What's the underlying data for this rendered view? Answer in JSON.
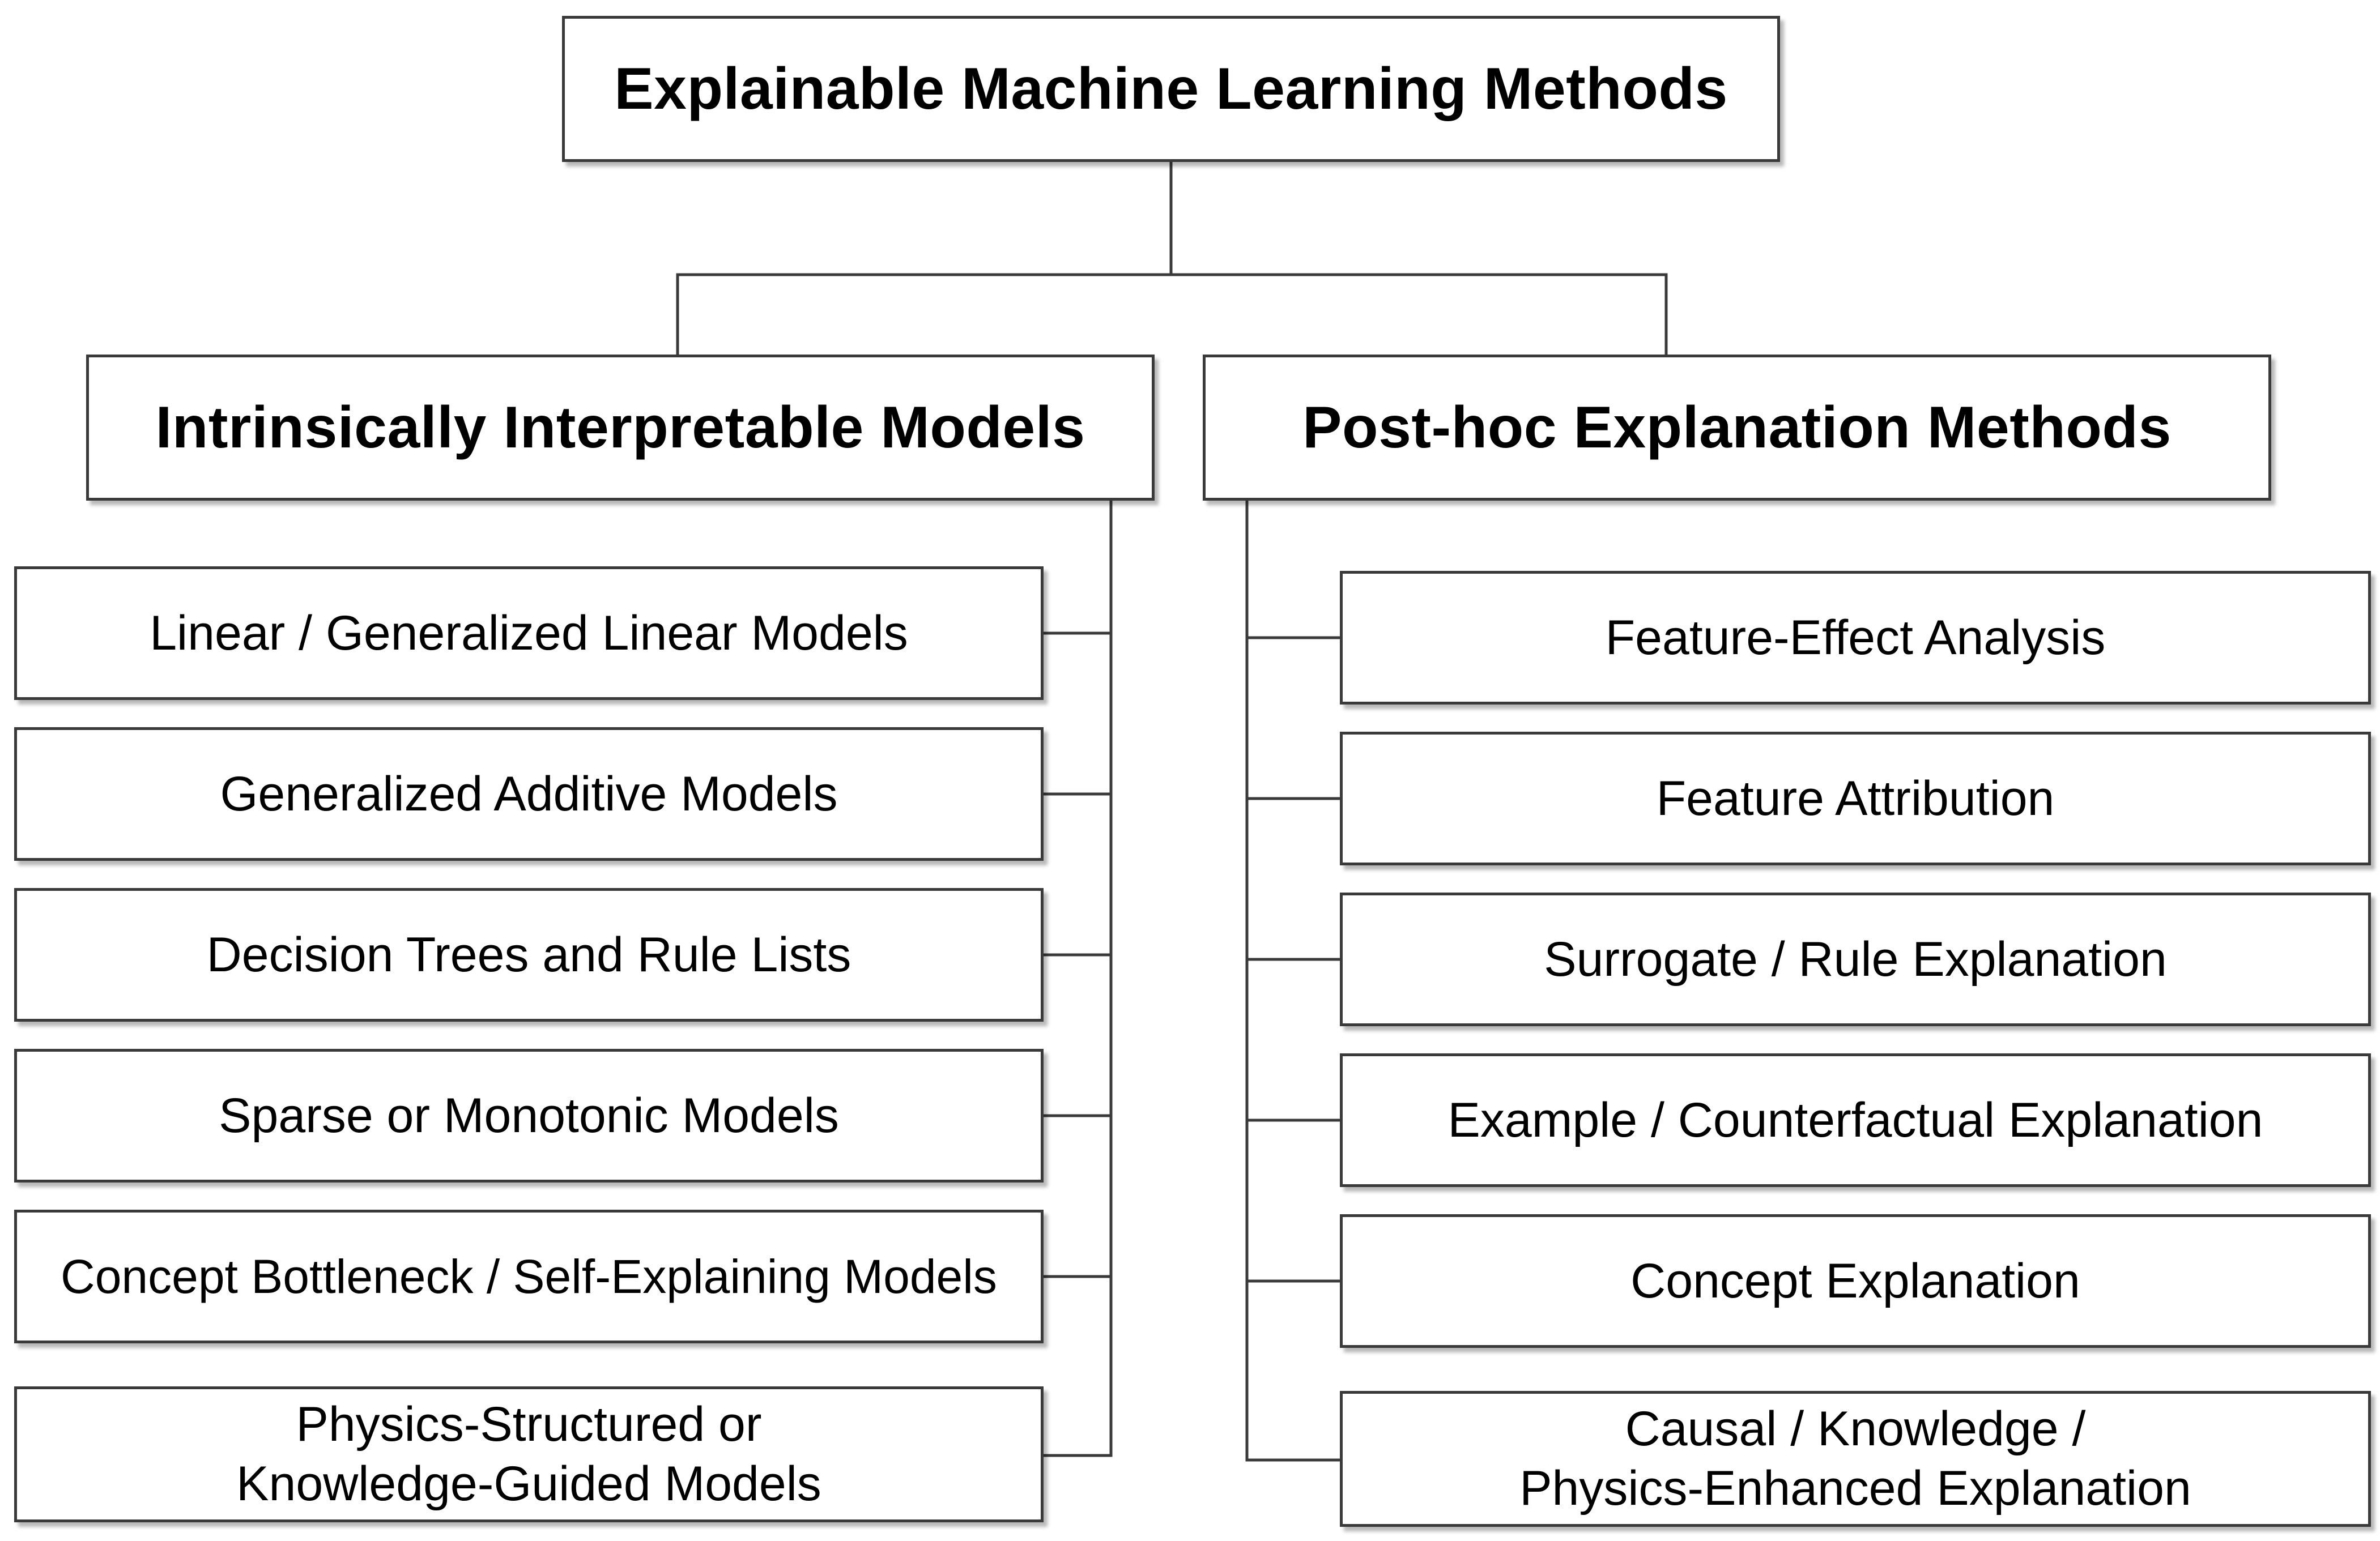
{
  "root": {
    "title": "Explainable Machine Learning Methods"
  },
  "categories": [
    {
      "title": "Intrinsically Interpretable Models",
      "items": [
        {
          "lines": [
            "Linear / Generalized Linear Models"
          ]
        },
        {
          "lines": [
            "Generalized Additive Models"
          ]
        },
        {
          "lines": [
            "Decision Trees and Rule Lists"
          ]
        },
        {
          "lines": [
            "Sparse or Monotonic Models"
          ]
        },
        {
          "lines": [
            "Concept Bottleneck / Self-Explaining Models"
          ]
        },
        {
          "lines": [
            "Physics-Structured or",
            "Knowledge-Guided Models"
          ]
        }
      ]
    },
    {
      "title": "Post-hoc Explanation Methods",
      "items": [
        {
          "lines": [
            "Feature-Effect Analysis"
          ]
        },
        {
          "lines": [
            "Feature Attribution"
          ]
        },
        {
          "lines": [
            "Surrogate / Rule Explanation"
          ]
        },
        {
          "lines": [
            "Example / Counterfactual Explanation"
          ]
        },
        {
          "lines": [
            "Concept Explanation"
          ]
        },
        {
          "lines": [
            "Causal / Knowledge /",
            "Physics-Enhanced Explanation"
          ]
        }
      ]
    }
  ],
  "colors": {
    "border": "#3a3a3a",
    "line": "#3a3a3a",
    "text": "#000000",
    "background": "#ffffff"
  }
}
